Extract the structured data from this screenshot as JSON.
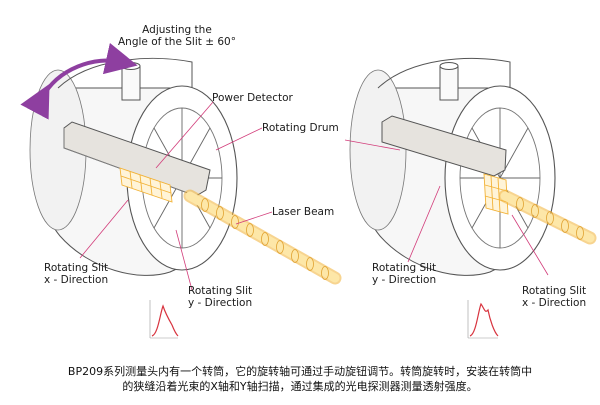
{
  "labels": {
    "adjust_line1": "Adjusting the",
    "adjust_line2": "Angle of the Slit ± 60°",
    "power_detector": "Power Detector",
    "rotating_drum_left": "Rotating Drum",
    "laser_beam": "Laser Beam",
    "slit_x_left_1": "Rotating Slit",
    "slit_x_left_2": "x - Direction",
    "slit_y_left_1": "Rotating Slit",
    "slit_y_left_2": "y - Direction",
    "slit_y_right_1": "Rotating Slit",
    "slit_y_right_2": "y - Direction",
    "slit_x_right_1": "Rotating Slit",
    "slit_x_right_2": "x - Direction"
  },
  "caption": {
    "line1": "BP209系列测量头内有一个转筒，它的旋转轴可通过手动旋钮调节。转筒旋转时，安装在转筒中",
    "line2": "的狭缝沿着光束的X轴和Y轴扫描，通过集成的光电探测器测量透射强度。"
  },
  "colors": {
    "outline": "#555555",
    "arrow": "#8e3fa0",
    "beam": "#f2b236",
    "pointer": "#d23c7a",
    "curve": "#d8343f"
  }
}
